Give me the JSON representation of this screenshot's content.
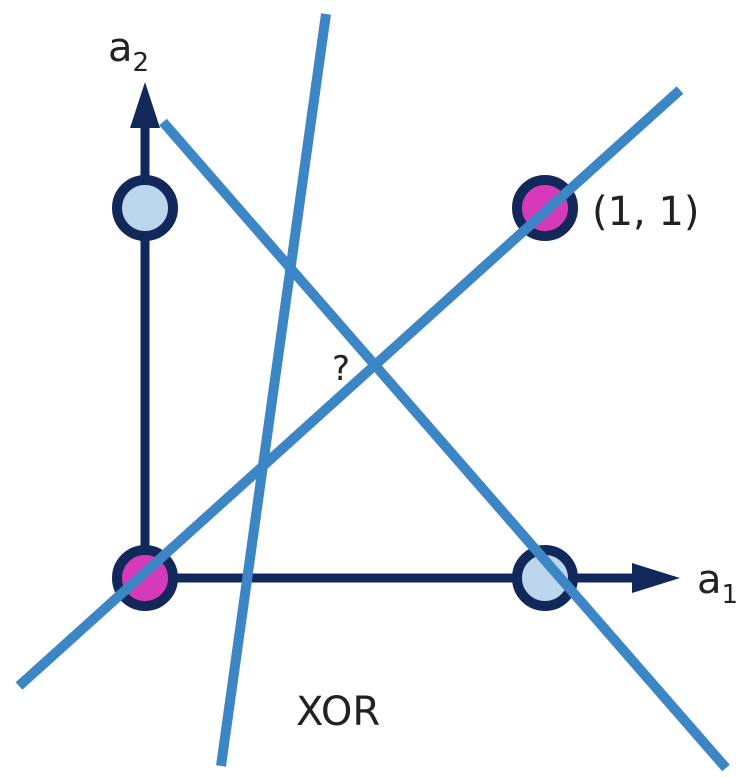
{
  "labels": {
    "a2": "a",
    "a2_sub": "2",
    "a1": "a",
    "a1_sub": "1",
    "point_label": "(1, 1)",
    "question": "?",
    "title": "XOR"
  },
  "points": [
    {
      "a1": 0,
      "a2": 1,
      "class": "negative"
    },
    {
      "a1": 1,
      "a2": 1,
      "class": "positive"
    },
    {
      "a1": 0,
      "a2": 0,
      "class": "positive"
    },
    {
      "a1": 1,
      "a2": 0,
      "class": "negative"
    }
  ],
  "colors": {
    "axis": "#13285a",
    "line": "#3d86c6",
    "positive": "#d63ab8",
    "negative": "#bcd6ee"
  }
}
